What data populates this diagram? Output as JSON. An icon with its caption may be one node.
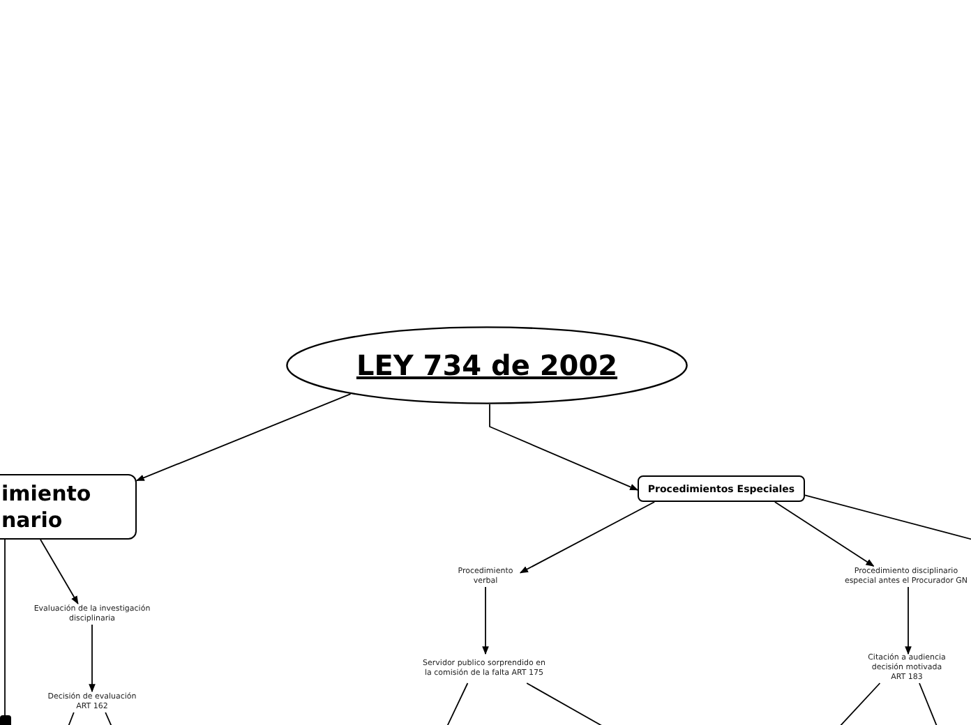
{
  "diagram": {
    "nodes": [
      {
        "text": [
          "LEY 734 de 2002"
        ]
      },
      {
        "text": [
          "imiento nario"
        ]
      },
      {
        "text": [
          "Procedimientos Especiales"
        ]
      },
      {
        "text": [
          "Evaluación de la investigación disciplinaria"
        ]
      },
      {
        "text": [
          "Decisión de evaluación ART 162"
        ]
      },
      {
        "text": [],
        "shape": "box"
      },
      {
        "text": [
          "Procedimiento verbal"
        ]
      },
      {
        "text": [
          "Servidor publico sorprendido en la comisión de la falta ART 175"
        ]
      },
      {
        "text": [
          "Procedimiento disciplinario especial antes el Procurador GN"
        ]
      },
      {
        "text": [
          "Citación a audiencia decisión motivada ART 183"
        ]
      }
    ],
    "edges": [
      {
        "from": 0,
        "to": 1,
        "arrow": "to"
      },
      {
        "from": 0,
        "to": 2,
        "arrow": "to"
      },
      {
        "from": 1,
        "to": 5,
        "arrow": "none"
      },
      {
        "from": 1,
        "to": 3,
        "arrow": "to"
      },
      {
        "from": 3,
        "to": 4,
        "arrow": "to"
      },
      {
        "from": 4,
        "to": null,
        "arrow": "none"
      },
      {
        "from": 4,
        "to": null,
        "arrow": "none"
      },
      {
        "from": 2,
        "to": 6,
        "arrow": "to"
      },
      {
        "from": 2,
        "to": 8,
        "arrow": "to"
      },
      {
        "from": 2,
        "to": null,
        "arrow": "none"
      },
      {
        "from": 6,
        "to": 7,
        "arrow": "to"
      },
      {
        "from": 7,
        "to": null,
        "arrow": "none"
      },
      {
        "from": 7,
        "to": null,
        "arrow": "none"
      },
      {
        "from": 8,
        "to": 9,
        "arrow": "to"
      },
      {
        "from": 9,
        "to": null,
        "arrow": "none"
      },
      {
        "from": 9,
        "to": null,
        "arrow": "none"
      }
    ]
  }
}
